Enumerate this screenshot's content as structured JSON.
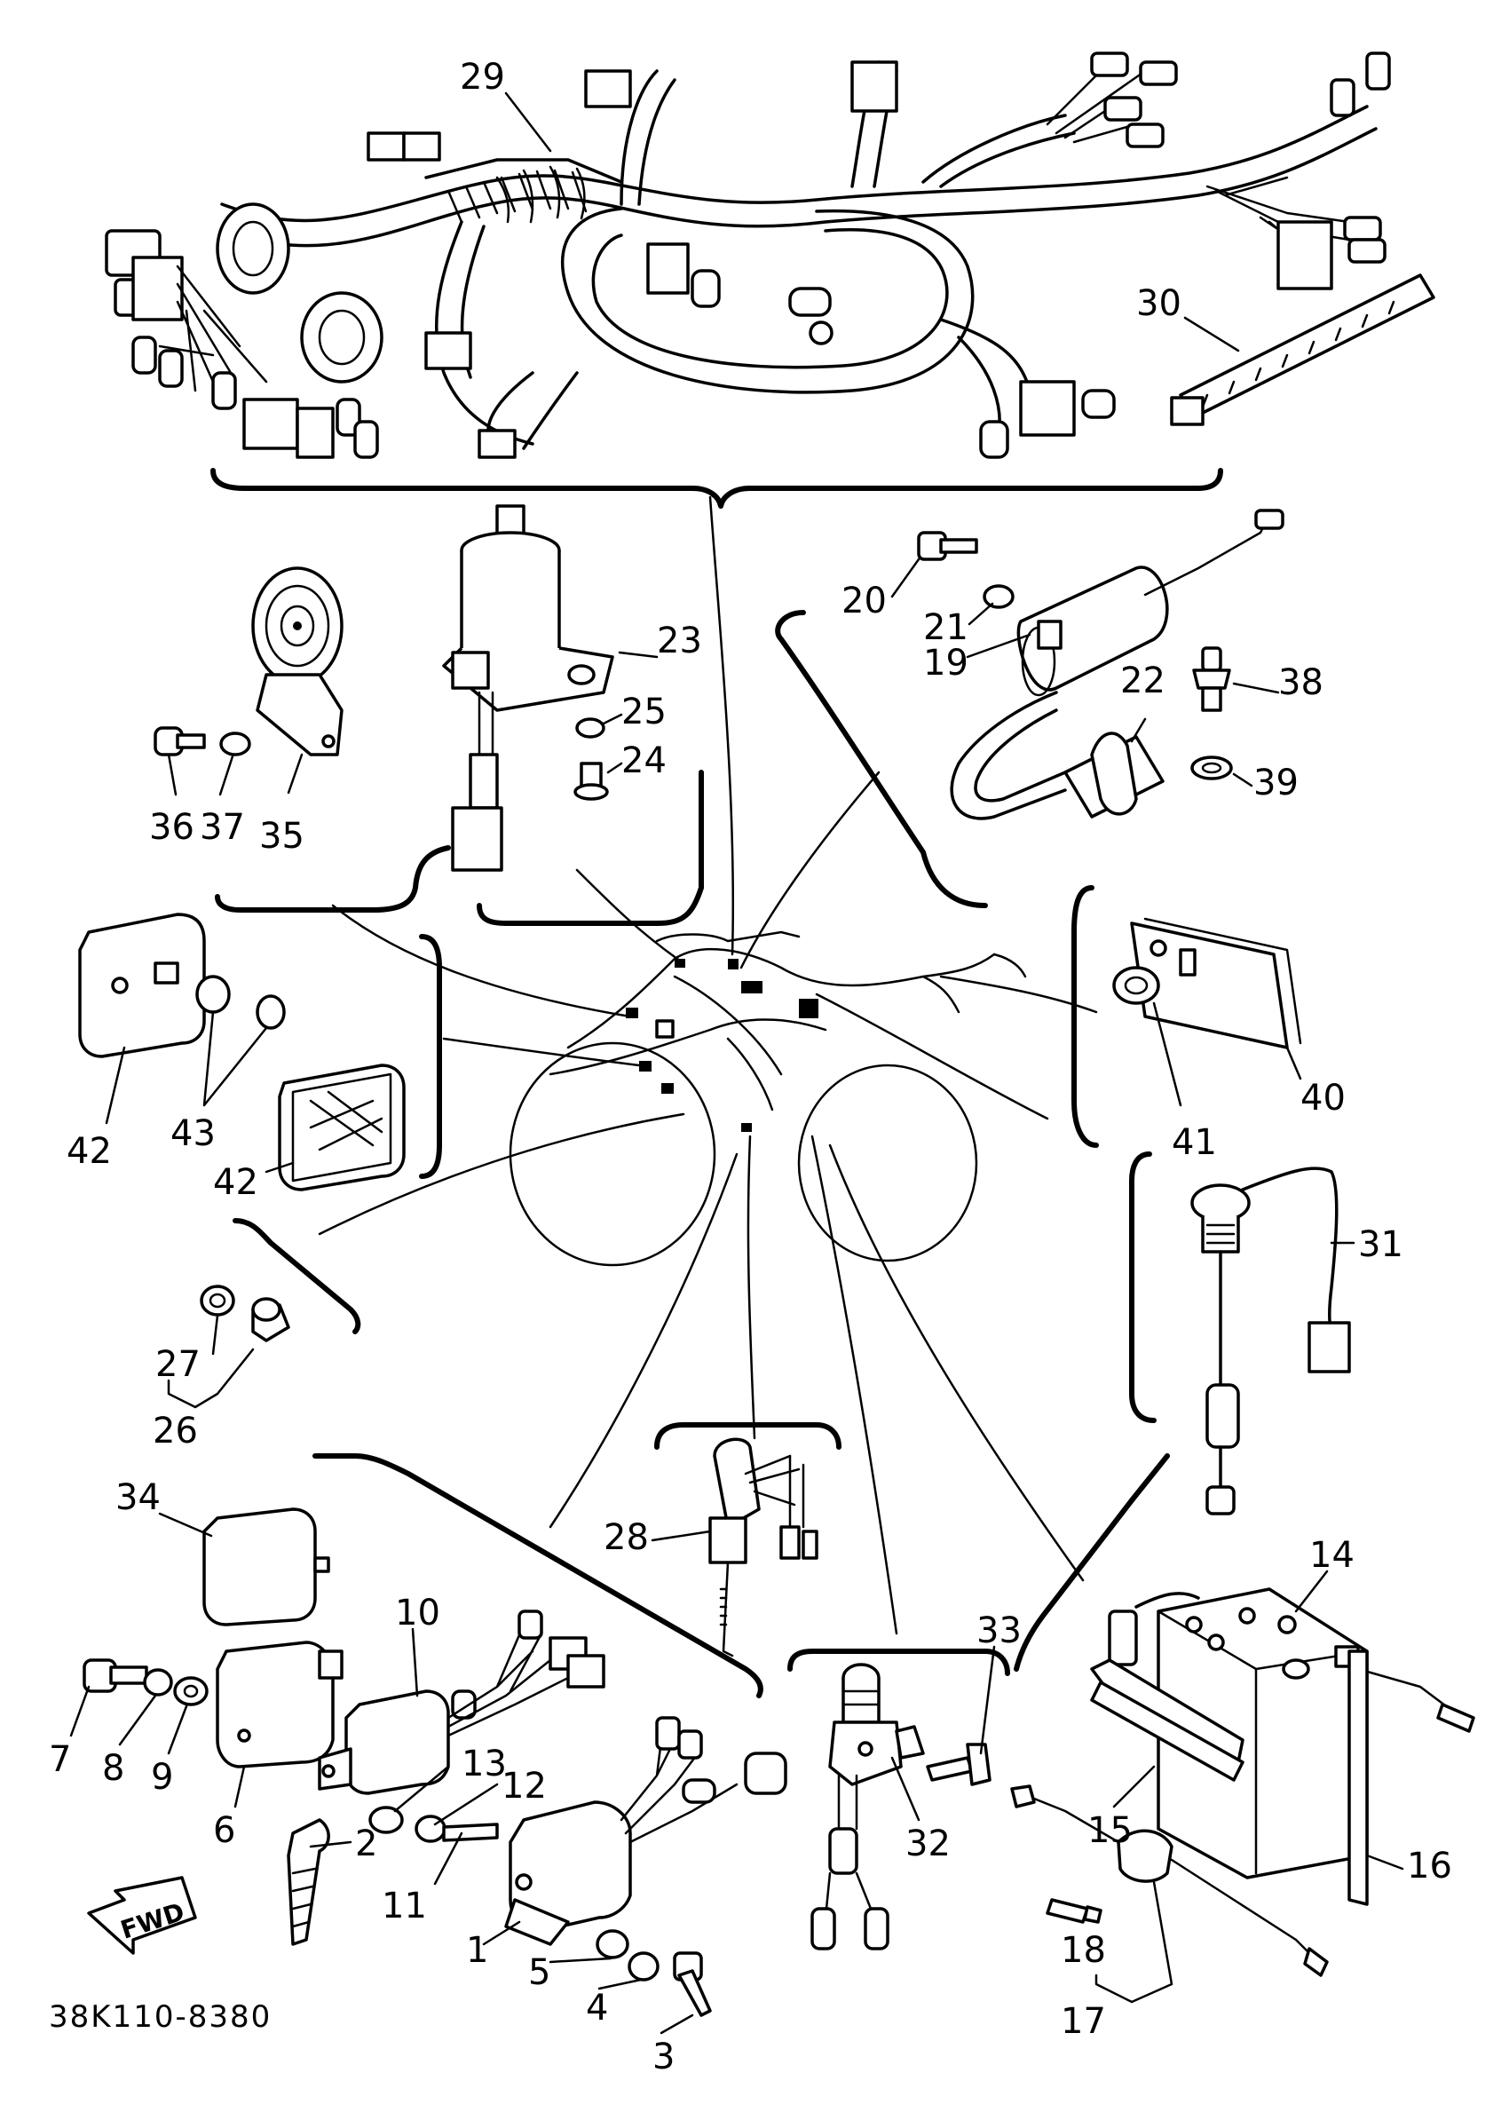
{
  "drawing_code": "38K110-8380",
  "direction_marker": "FWD",
  "callouts": [
    "29",
    "30",
    "23",
    "25",
    "24",
    "20",
    "21",
    "19",
    "22",
    "38",
    "39",
    "35",
    "36",
    "37",
    "40",
    "41",
    "42",
    "43",
    "42",
    "31",
    "26",
    "27",
    "28",
    "34",
    "10",
    "13",
    "12",
    "11",
    "7",
    "8",
    "9",
    "6",
    "2",
    "1",
    "5",
    "4",
    "3",
    "33",
    "32",
    "14",
    "15",
    "16",
    "18",
    "17"
  ]
}
